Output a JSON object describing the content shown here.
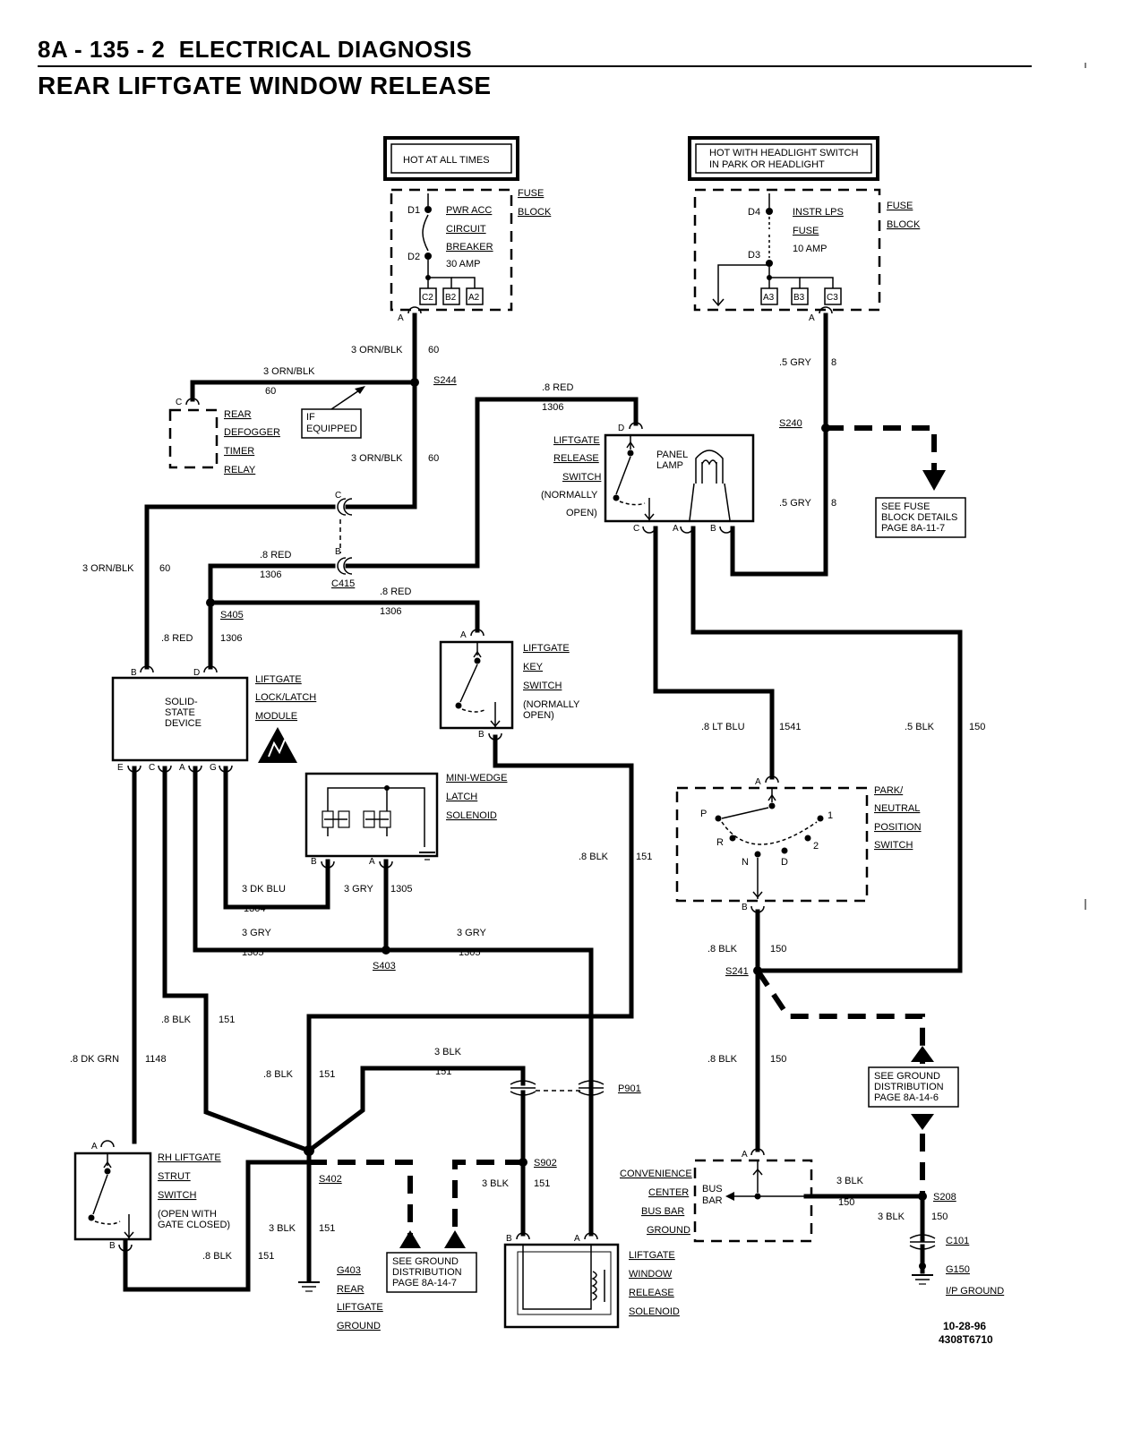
{
  "header": {
    "section": "8A - 135 - 2",
    "section_title": "ELECTRICAL DIAGNOSIS",
    "title": "REAR LIFTGATE WINDOW RELEASE"
  },
  "diagram": {
    "hot_at_all_times": "HOT AT ALL TIMES",
    "hot_headlight_1": "HOT WITH HEADLIGHT SWITCH",
    "hot_headlight_2": "IN PARK OR HEADLIGHT",
    "fuse": "FUSE",
    "block": "BLOCK",
    "pwr_acc_1": "PWR ACC",
    "pwr_acc_2": "CIRCUIT",
    "pwr_acc_3": "BREAKER",
    "pwr_acc_4": "30 AMP",
    "instr_1": "INSTR LPS",
    "instr_2": "FUSE",
    "instr_3": "10 AMP",
    "d1": "D1",
    "d2": "D2",
    "d3": "D3",
    "d4": "D4",
    "c2": "C2",
    "b2": "B2",
    "a2": "A2",
    "a3": "A3",
    "b3": "B3",
    "c3": "C3",
    "pin_a": "A",
    "pin_b": "B",
    "pin_c": "C",
    "pin_d": "D",
    "pin_e": "E",
    "pin_g": "G",
    "orn_blk_3": "3 ORN/BLK",
    "c60": "60",
    "s244": "S244",
    "rear_defog_1": "REAR",
    "rear_defog_2": "DEFOGGER",
    "rear_defog_3": "TIMER",
    "rear_defog_4": "RELAY",
    "if_equipped_1": "IF",
    "if_equipped_2": "EQUIPPED",
    "red_08": ".8 RED",
    "c1306": "1306",
    "gry_05": ".5 GRY",
    "c8": "8",
    "s240": "S240",
    "see_fuse_1": "SEE FUSE",
    "see_fuse_2": "BLOCK DETAILS",
    "see_fuse_3": "PAGE 8A-11-7",
    "lrs_1": "LIFTGATE",
    "lrs_2": "RELEASE",
    "lrs_3": "SWITCH",
    "lrs_4": "(NORMALLY",
    "lrs_5": "OPEN)",
    "panel_1": "PANEL",
    "panel_2": "LAMP",
    "c415": "C415",
    "s405": "S405",
    "lks_1": "LIFTGATE",
    "lks_2": "KEY",
    "lks_3": "SWITCH",
    "lks_4": "(NORMALLY",
    "lks_5": "OPEN)",
    "ssd_1": "SOLID-",
    "ssd_2": "STATE",
    "ssd_3": "DEVICE",
    "llm_1": "LIFTGATE",
    "llm_2": "LOCK/LATCH",
    "llm_3": "MODULE",
    "mws_1": "MINI-WEDGE",
    "mws_2": "LATCH",
    "mws_3": "SOLENOID",
    "lt_blu_08": ".8 LT BLU",
    "c1541": "1541",
    "blk_05": ".5 BLK",
    "c150": "150",
    "pnp_1": "PARK/",
    "pnp_2": "NEUTRAL",
    "pnp_3": "POSITION",
    "pnp_4": "SWITCH",
    "pnp_p": "P",
    "pnp_r": "R",
    "pnp_n": "N",
    "pnp_d": "D",
    "pnp_1n": "1",
    "pnp_2n": "2",
    "blk_08": ".8 BLK",
    "c151": "151",
    "dk_blu_3": "3 DK BLU",
    "c1304": "1304",
    "gry_3": "3 GRY",
    "c1305": "1305",
    "s403": "S403",
    "s241": "S241",
    "dk_grn_08": ".8 DK GRN",
    "c1148": "1148",
    "blk_3": "3 BLK",
    "p901": "P901",
    "s902": "S902",
    "see_gd_1": "SEE GROUND",
    "see_gd_2": "DISTRIBUTION",
    "see_gd_3": "PAGE 8A-14-6",
    "see_gd2_3": "PAGE 8A-14-7",
    "rhs_1": "RH LIFTGATE",
    "rhs_2": "STRUT",
    "rhs_3": "SWITCH",
    "rhs_4": "(OPEN WITH",
    "rhs_5": "GATE CLOSED)",
    "s402": "S402",
    "g403_1": "G403",
    "g403_2": "REAR",
    "g403_3": "LIFTGATE",
    "g403_4": "GROUND",
    "lwr_1": "LIFTGATE",
    "lwr_2": "WINDOW",
    "lwr_3": "RELEASE",
    "lwr_4": "SOLENOID",
    "cbb_1": "CONVENIENCE",
    "cbb_2": "CENTER",
    "cbb_3": "BUS BAR",
    "cbb_4": "GROUND",
    "bus_1": "BUS",
    "bus_2": "BAR",
    "s208": "S208",
    "c101": "C101",
    "g150": "G150",
    "ip_ground": "I/P GROUND",
    "date": "10-28-96",
    "code": "4308T6710"
  }
}
